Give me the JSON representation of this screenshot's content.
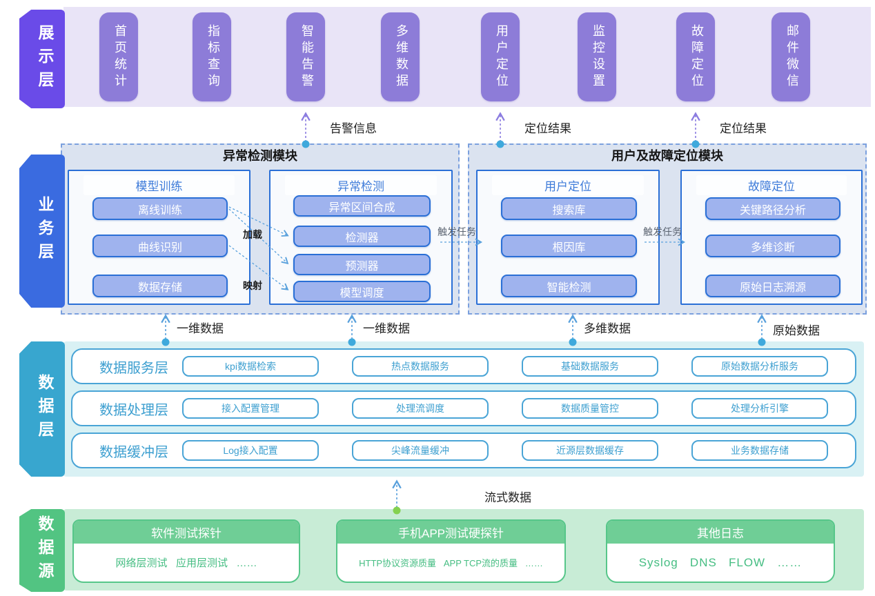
{
  "layers": {
    "presentation": {
      "label": "展示层",
      "pills": [
        "首页统计",
        "指标查询",
        "智能告警",
        "多维数据",
        "用户定位",
        "监控设置",
        "故障定位",
        "邮件微信"
      ]
    },
    "business": {
      "label": "业务层",
      "modules": [
        {
          "title": "异常检测模块",
          "groups": [
            {
              "title": "模型训练",
              "items": [
                "离线训练",
                "曲线识别",
                "数据存储"
              ]
            },
            {
              "title": "异常检测",
              "items": [
                "异常区间合成",
                "检测器",
                "预测器",
                "模型调度"
              ]
            }
          ]
        },
        {
          "title": "用户及故障定位模块",
          "groups": [
            {
              "title": "用户定位",
              "items": [
                "搜索库",
                "根因库",
                "智能检测"
              ]
            },
            {
              "title": "故障定位",
              "items": [
                "关键路径分析",
                "多维诊断",
                "原始日志溯源"
              ]
            }
          ]
        }
      ]
    },
    "data": {
      "label": "数据层",
      "rows": [
        {
          "title": "数据服务层",
          "items": [
            "kpi数据检索",
            "热点数据服务",
            "基础数据服务",
            "原始数据分析服务"
          ]
        },
        {
          "title": "数据处理层",
          "items": [
            "接入配置管理",
            "处理流调度",
            "数据质量管控",
            "处理分析引擎"
          ]
        },
        {
          "title": "数据缓冲层",
          "items": [
            "Log接入配置",
            "尖峰流量缓冲",
            "近源层数据缓存",
            "业务数据存储"
          ]
        }
      ]
    },
    "source": {
      "label": "数据源",
      "boxes": [
        {
          "title": "软件测试探针",
          "body": "网络层测试   应用层测试   ……"
        },
        {
          "title": "手机APP测试硬探针",
          "body": "HTTP协议资源质量   APP TCP流的质量   ……"
        },
        {
          "title": "其他日志",
          "body": "Syslog   DNS   FLOW   ……"
        }
      ]
    }
  },
  "flows": {
    "alert_info": "告警信息",
    "locate_result_1": "定位结果",
    "locate_result_2": "定位结果",
    "one_dim_1": "一维数据",
    "one_dim_2": "一维数据",
    "multi_dim": "多维数据",
    "raw_data": "原始数据",
    "stream": "流式数据",
    "trigger_1": "触发任务",
    "trigger_2": "触发任务",
    "load": "加载",
    "map": "映射"
  },
  "colors": {
    "purple_tab": "#6a4be8",
    "purple_pill": "#8d7cd8",
    "lav_band": "#e9e4f7",
    "blue_tab": "#3a6be0",
    "mod_fill": "#dbe3f0",
    "mod_dash": "#7ba0de",
    "box_border": "#2a6fd6",
    "box_fill": "#f8fafd",
    "biz_pill": "#9fb3ee",
    "biz_title": "#3e7bd9",
    "cyan_tab": "#38a6cf",
    "cyan_band": "#d9f1f4",
    "cyan_border": "#49a4d6",
    "cyan_text": "#3d9fd0",
    "green_tab": "#52c482",
    "green_band": "#c8ecd6",
    "green_header": "#6fce96",
    "green_border": "#56c689",
    "green_text": "#45bd82",
    "arrow_purple": "#8b7ce0",
    "arrow_blue": "#58a0dc",
    "dot_blue": "#3fa9dc",
    "dot_green": "#84d150"
  }
}
